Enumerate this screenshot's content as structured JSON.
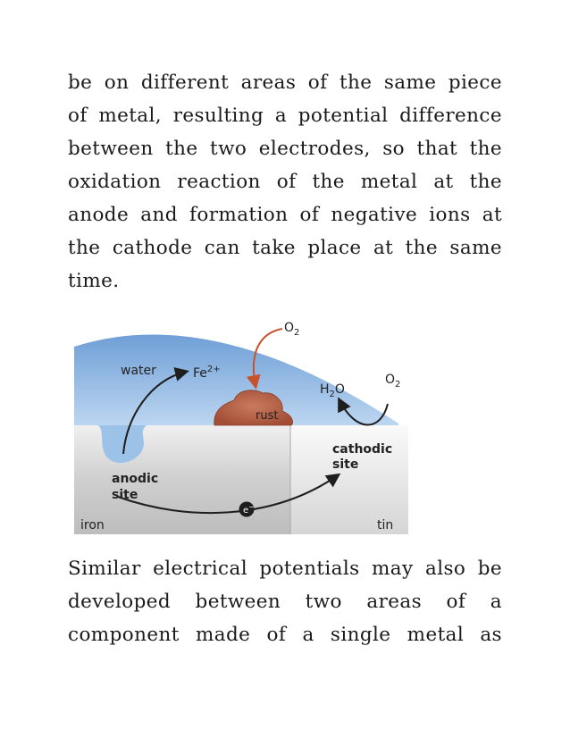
{
  "paragraph_1": {
    "lines": [
      "be on different areas of the same piece",
      "of metal, resulting a potential difference",
      "between the two electrodes, so that the",
      "oxidation reaction of the metal at the",
      "anode and formation of negative ions at",
      "the cathode can take place at the same",
      "time."
    ]
  },
  "figure": {
    "labels": {
      "o2_top": "O",
      "o2_top_sub": "2",
      "water": "water",
      "fe": "Fe",
      "fe_sup": "2+",
      "h2o_h": "H",
      "h2o_sub": "2",
      "h2o_o": "O",
      "o2_right": "O",
      "o2_right_sub": "2",
      "rust": "rust",
      "cathodic": "cathodic",
      "site_cathodic": "site",
      "anodic": "anodic",
      "site_anodic": "site",
      "electron": "e",
      "electron_sup": "−",
      "iron": "iron",
      "tin": "tin"
    },
    "colors": {
      "water": "#8fb8e3",
      "rust": "#b45f45",
      "arrow_orange": "#c8522b",
      "arrow_dark": "#1e1e1e",
      "iron_metal": "#cfcfcf",
      "tin_metal": "#e2e2e2"
    }
  },
  "paragraph_2": {
    "lines": [
      "Similar electrical potentials may also be",
      "developed between two areas of a",
      "component made of a single metal as"
    ]
  }
}
